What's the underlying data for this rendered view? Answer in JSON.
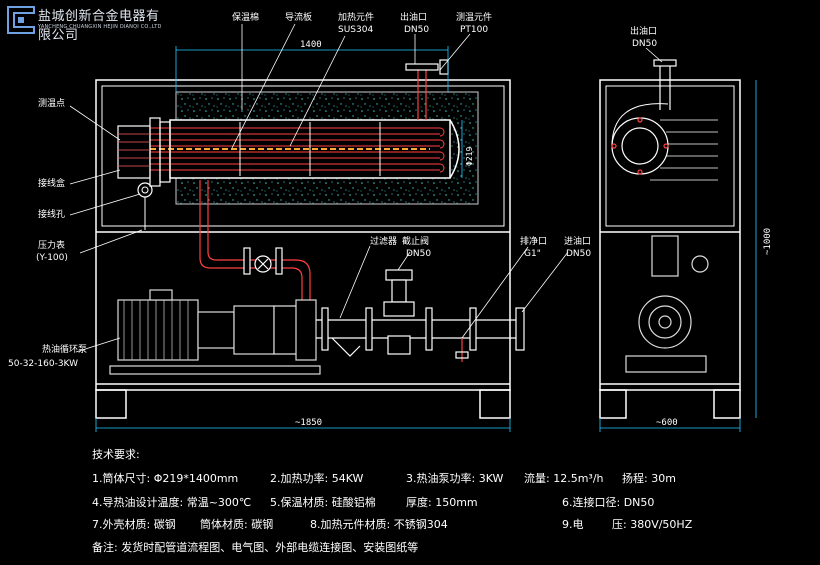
{
  "company": {
    "name": "盐城创新合金电器有限公司",
    "english": "YANCHENG CHUANGXIN HEJIN DIANQI CO.,LTD"
  },
  "labels": {
    "insulation_layer": "保温棉",
    "flow_guide_plate": "导流板",
    "heating_element": "加热元件",
    "material_sus304": "SUS304",
    "outlet": "出油口",
    "outlet_dn": "DN50",
    "temp_element": "测温元件",
    "pt100": "PT100",
    "temp_point": "测温点",
    "junction_box": "接线盒",
    "wiring_hole": "接线孔",
    "pressure_gauge": "压力表",
    "pressure_gauge_model": "(Y-100)",
    "filter": "过滤器",
    "stop_valve": "截止阀",
    "stop_valve_dn": "DN50",
    "drain_port": "排净口",
    "drain_size": "G1\"",
    "inlet": "进油口",
    "inlet_dn": "DN50",
    "circulation_pump": "热油循环泵",
    "pump_model": "50-32-160-3KW",
    "side_outlet": "出油口",
    "side_outlet_dn": "DN50"
  },
  "dimensions": {
    "tank_length": "1400",
    "tank_dia": "Φ219",
    "overall_length": "~1850",
    "side_width": "~600",
    "height": "~1000"
  },
  "specs": {
    "title": "技术要求:",
    "line1": {
      "a": "1.筒体尺寸: Φ219*1400mm",
      "b": "2.加热功率: 54KW",
      "c": "3.热油泵功率: 3KW",
      "d": "流量: 12.5m³/h",
      "e": "扬程: 30m"
    },
    "line2": {
      "a": "4.导热油设计温度: 常温~300℃",
      "b": "5.保温材质: 硅酸铝棉",
      "c": "厚度: 150mm",
      "d": "6.连接口径: DN50"
    },
    "line3": {
      "a": "7.外壳材质: 碳钢",
      "b": "筒体材质: 碳钢",
      "c": "8.加热元件材质: 不锈钢304",
      "d": "9.电",
      "e": "压: 380V/50HZ"
    },
    "line4": "备注: 发货时配管道流程图、电气图、外部电缆连接图、安装图纸等"
  },
  "colors": {
    "frame": "#ffffff",
    "dim": "#22ccff",
    "pipe": "#ff4040",
    "insulation": "#3ec9c9",
    "element": "#ffaa33",
    "pump": "#dddddd"
  }
}
